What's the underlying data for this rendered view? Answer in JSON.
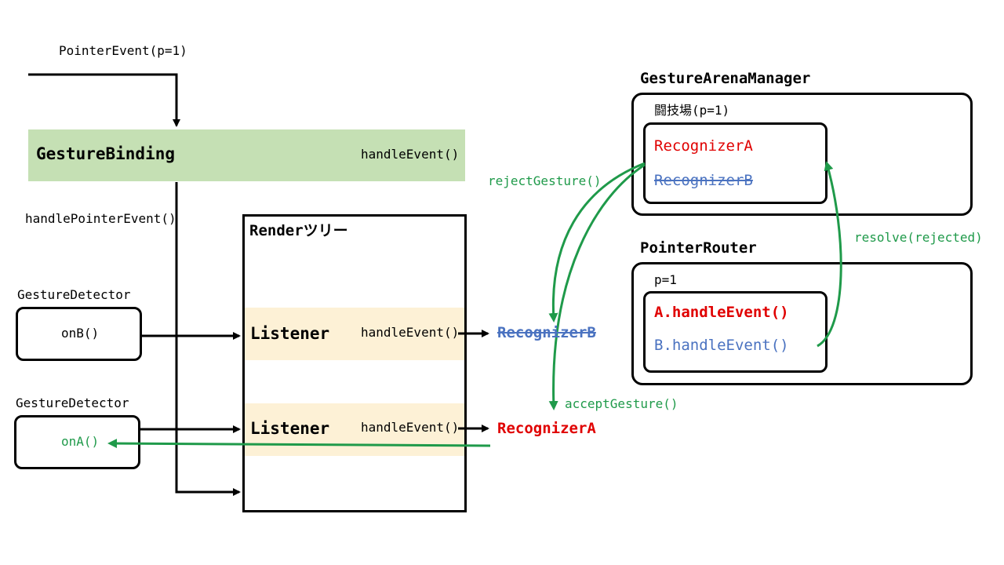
{
  "labels": {
    "pointer_event": "PointerEvent(p=1)",
    "gesture_binding": "GestureBinding",
    "binding_handle_event": "handleEvent()",
    "handle_pointer_event": "handlePointerEvent()",
    "render_tree": "Renderツリー",
    "listener_b": "Listener",
    "listener_b_handle": "handleEvent()",
    "listener_a": "Listener",
    "listener_a_handle": "handleEvent()",
    "detector_b_title": "GestureDetector",
    "detector_b_callback": "onB()",
    "detector_a_title": "GestureDetector",
    "detector_a_callback": "onA()",
    "recognizer_b": "RecognizerB",
    "recognizer_a": "RecognizerA",
    "reject_gesture": "rejectGesture()",
    "accept_gesture": "acceptGesture()",
    "resolve_rejected": "resolve(rejected)",
    "arena_manager": "GestureArenaManager",
    "arena": "闘技場(p=1)",
    "arena_recognizer_a": "RecognizerA",
    "arena_recognizer_b": "RecognizerB",
    "pointer_router": "PointerRouter",
    "router_pointer": "p=1",
    "router_a_handle": "A.handleEvent()",
    "router_b_handle": "B.handleEvent()"
  },
  "colors": {
    "binding_bg": "#c5e0b4",
    "listener_bg": "#fdf1d6",
    "accept_red": "#e00000",
    "reject_blue": "#4a72c0",
    "flow_green": "#1f9a4a",
    "line_black": "#000000"
  }
}
